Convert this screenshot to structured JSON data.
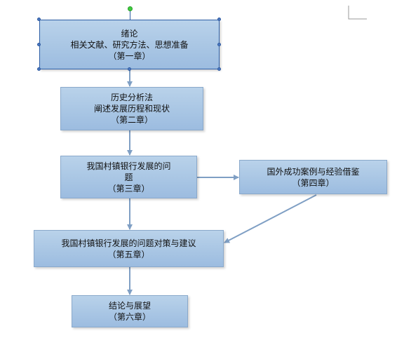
{
  "nodes": {
    "ch1": {
      "lines": [
        "绪论",
        "相关文献、研究方法、思想准备",
        "（第一章）"
      ]
    },
    "ch2": {
      "lines": [
        "历史分析法",
        "阐述发展历程和现状",
        "（第二章）"
      ]
    },
    "ch3": {
      "lines": [
        "我国村镇银行发展的问",
        "题",
        "（第三章）"
      ]
    },
    "ch4": {
      "lines": [
        "国外成功案例与经验借鉴",
        "（第四章）"
      ]
    },
    "ch5": {
      "lines": [
        "我国村镇银行发展的问题对策与建议",
        "（第五章）"
      ]
    },
    "ch6": {
      "lines": [
        "结论与展望",
        "（第六章）"
      ]
    }
  },
  "colors": {
    "box_fill": "#a9c6e4",
    "box_border": "#8aa9cb",
    "arrow": "#7f9fc4",
    "selection": "#2e5fa6",
    "rotate_handle": "#3ecf3e"
  }
}
